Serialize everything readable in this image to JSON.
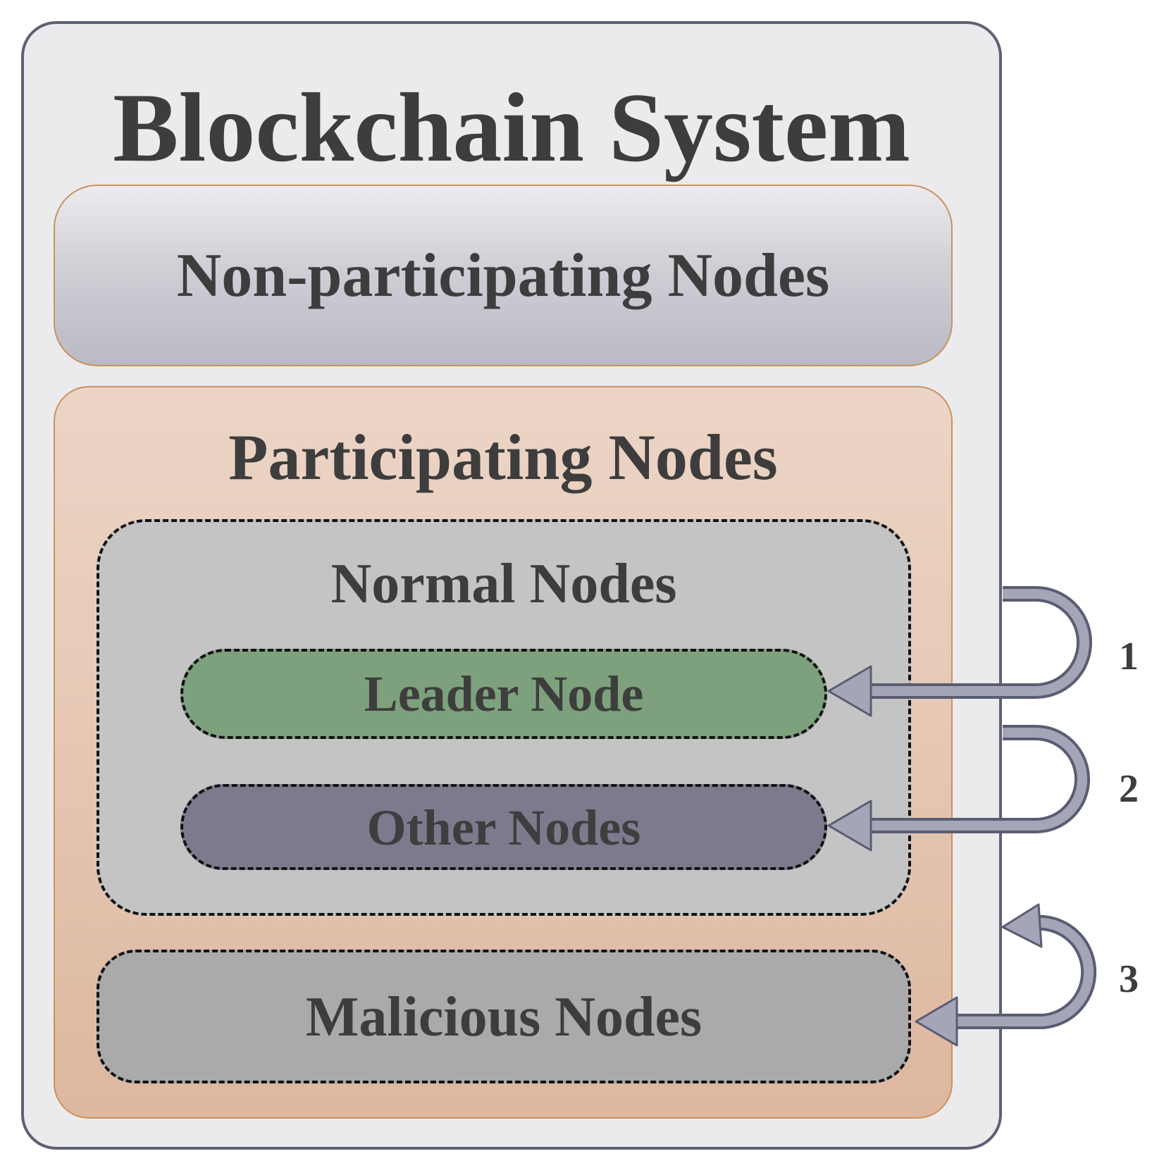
{
  "system": {
    "title": "Blockchain System"
  },
  "groups": {
    "non_participating": "Non-participating Nodes",
    "participating": "Participating Nodes",
    "normal": "Normal Nodes",
    "leader": "Leader Node",
    "other": "Other Nodes",
    "malicious": "Malicious Nodes"
  },
  "transitions": [
    {
      "label": "1",
      "from": "Blockchain System",
      "to": "Leader Node"
    },
    {
      "label": "2",
      "from": "Blockchain System",
      "to": "Other Nodes"
    },
    {
      "label": "3",
      "from": "Malicious Nodes",
      "to": "Blockchain System"
    }
  ],
  "colors": {
    "system_fill": "#ebebee",
    "system_border": "#5e6173",
    "participating_fill": "#e5c5b1",
    "normal_fill": "#c4c4c4",
    "leader_fill": "#7da17c",
    "other_fill": "#7e7a8e",
    "malicious_fill": "#aaaaaa",
    "arrow_fill": "#a4a6b8",
    "arrow_edge": "#5a5d72"
  }
}
